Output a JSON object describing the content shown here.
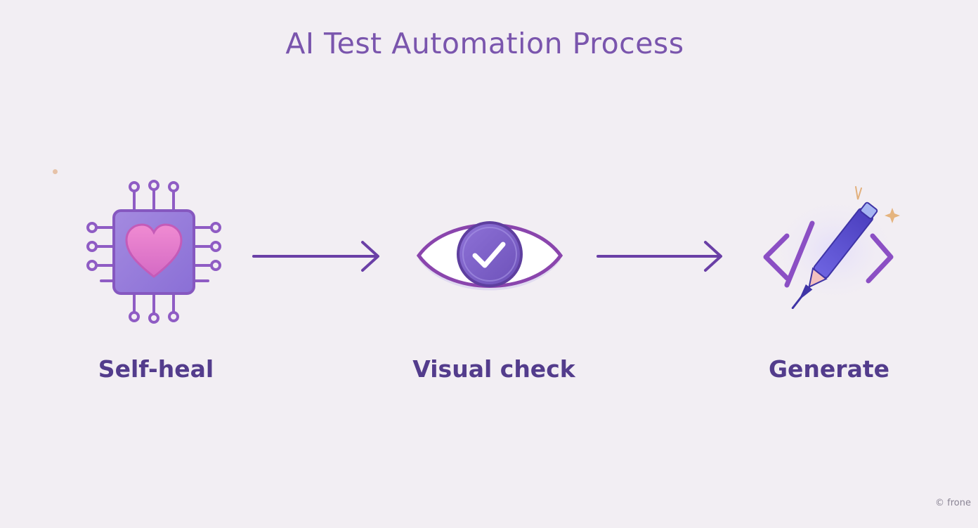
{
  "title": "AI Test Automation Process",
  "steps": [
    {
      "label": "Self-heal",
      "icon": "chip-heart-icon"
    },
    {
      "label": "Visual check",
      "icon": "eye-check-icon"
    },
    {
      "label": "Generate",
      "icon": "code-pen-icon"
    }
  ],
  "credit": "© frone",
  "colors": {
    "background": "#f2eef3",
    "title": "#7a55ad",
    "label": "#533c8c",
    "accent": "#7d4fb6"
  }
}
